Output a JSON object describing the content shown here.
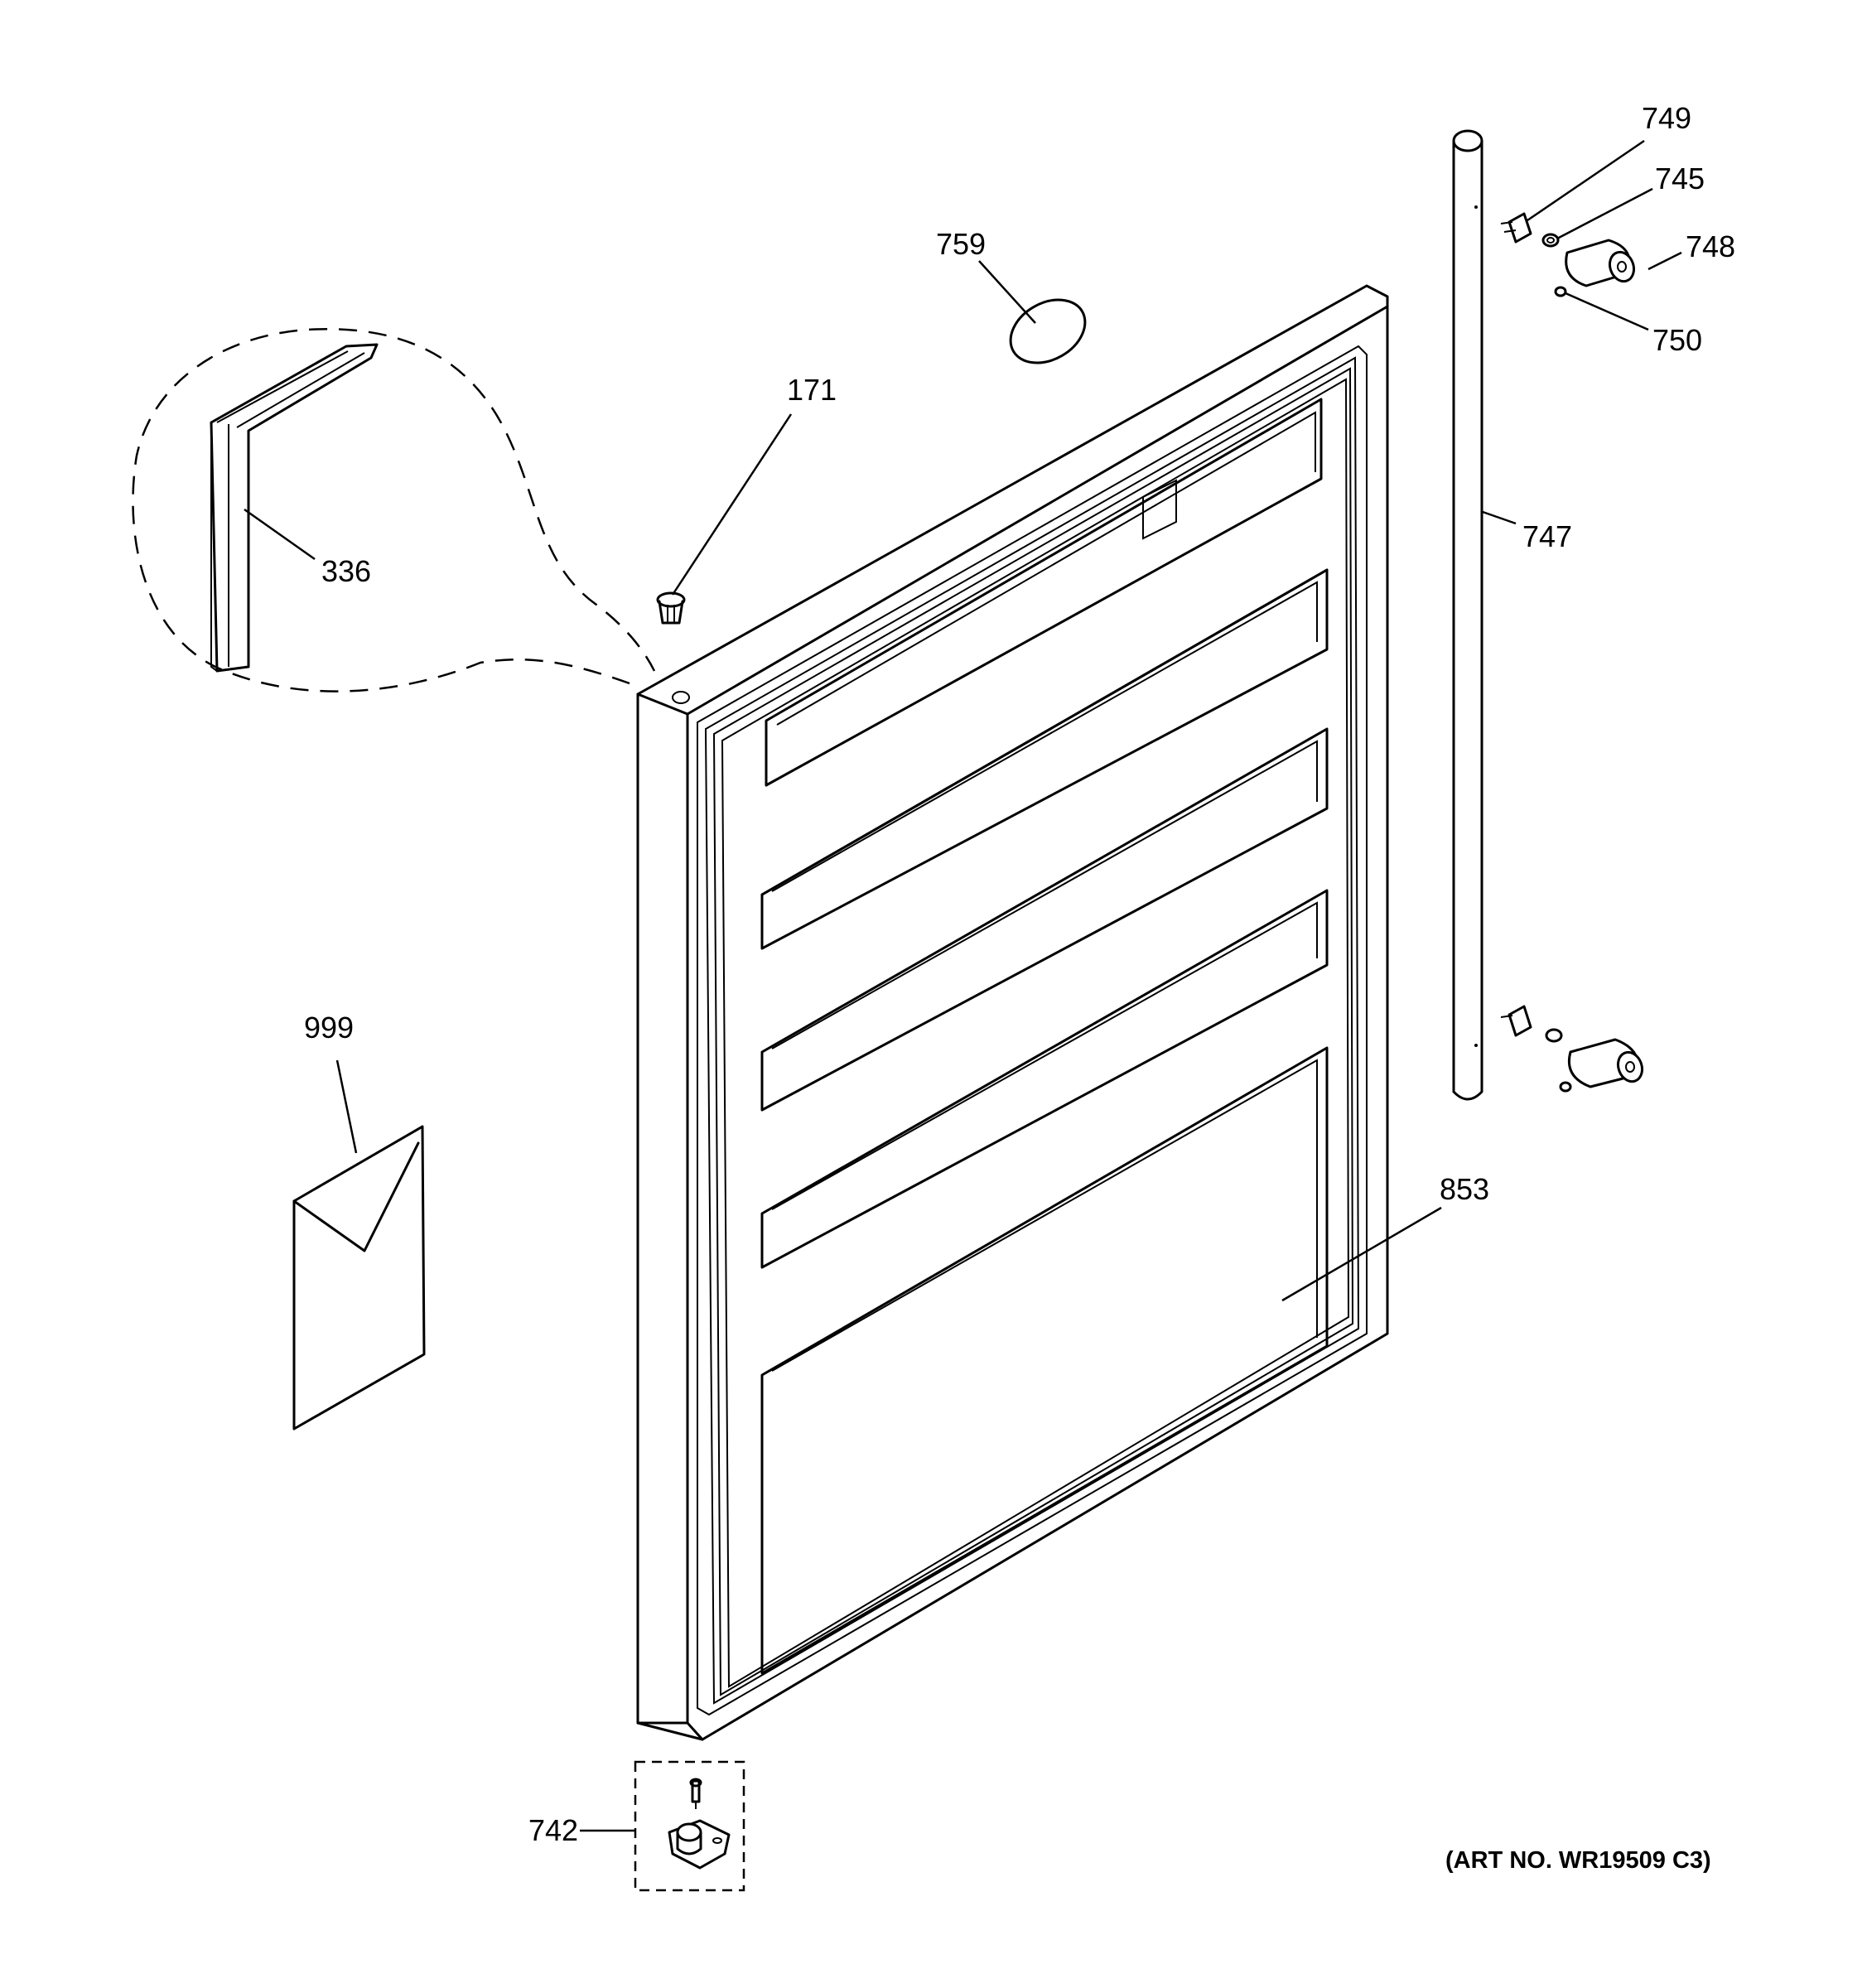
{
  "callouts": {
    "p749": "749",
    "p745": "745",
    "p748": "748",
    "p750": "750",
    "p759": "759",
    "p171": "171",
    "p336": "336",
    "p747": "747",
    "p999": "999",
    "p853": "853",
    "p742": "742"
  },
  "art_number": "(ART NO. WR19509 C3)"
}
